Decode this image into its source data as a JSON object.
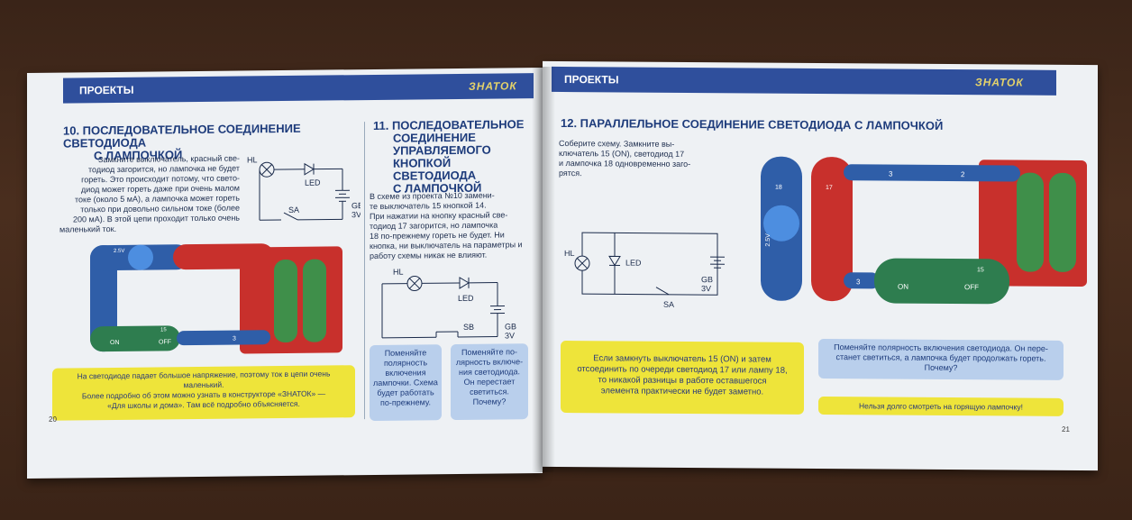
{
  "left_page": {
    "header": "ПРОЕКТЫ",
    "brand": "ЗНАТОК",
    "section10": {
      "title_line1": "10. ПОСЛЕДОВАТЕЛЬНОЕ СОЕДИНЕНИЕ СВЕТОДИОДА",
      "title_line2": "С ЛАМПОЧКОЙ",
      "body_lines": [
        "Замкните выключатель, красный све-",
        "тодиод загорится, но лампочка не будет",
        "гореть. Это происходит потому, что свето-",
        "диод может гореть даже при очень малом",
        "токе (около 5 мА), а лампочка может гореть",
        "только при довольно сильном токе (более",
        "200 мА). В этой цепи проходит только очень",
        "маленький ток."
      ],
      "schematic": {
        "hl": "HL",
        "led": "LED",
        "sa": "SA",
        "gb": "GB",
        "gb_v": "3V"
      },
      "yellow_note_lines": [
        "На светодиоде падает большое напряжение, поэтому ток в цепи очень маленький.",
        "Более подробно об этом можно узнать в конструкторе «ЗНАТОК» —",
        "«Для школы и дома». Там всё подробно объясняется."
      ]
    },
    "section11": {
      "title_lines": [
        "11. ПОСЛЕДОВАТЕЛЬНОЕ",
        "СОЕДИНЕНИЕ",
        "УПРАВЛЯЕМОГО",
        "КНОПКОЙ СВЕТОДИОДА",
        "С ЛАМПОЧКОЙ"
      ],
      "body_lines": [
        "В схеме из проекта №10 замени-",
        "те выключатель 15 кнопкой 14.",
        "При нажатии на кнопку красный све-",
        "тодиод 17 загорится, но лампочка",
        "18 по-прежнему гореть не будет. Ни",
        "кнопка, ни выключатель на параметры и",
        "работу схемы никак не влияют."
      ],
      "schematic": {
        "hl": "HL",
        "led": "LED",
        "sb": "SB",
        "gb": "GB",
        "gb_v": "3V"
      },
      "box1_lines": [
        "Поменяйте",
        "полярность",
        "включения",
        "лампочки. Схема",
        "будет работать",
        "по-прежнему."
      ],
      "box2_lines": [
        "Поменяйте по-",
        "лярность включе-",
        "ния светодиода.",
        "Он перестает",
        "светиться.",
        "Почему?"
      ]
    },
    "page_number": "20",
    "board": {
      "mod_top": "2.5V",
      "on": "ON",
      "off": "OFF",
      "num3": "3",
      "num15": "15"
    }
  },
  "right_page": {
    "header": "ПРОЕКТЫ",
    "brand": "ЗНАТОК",
    "section12": {
      "title": "12. ПАРАЛЛЕЛЬНОЕ СОЕДИНЕНИЕ СВЕТОДИОДА С ЛАМПОЧКОЙ",
      "body_lines": [
        "Соберите схему. Замкните вы-",
        "ключатель 15 (ON), светодиод 17",
        "и лампочка 18 одновременно заго-",
        "рятся."
      ],
      "schematic": {
        "hl": "HL",
        "led": "LED",
        "sa": "SA",
        "gb": "GB",
        "gb_v": "3V"
      },
      "yellow_lines": [
        "Если замкнуть выключатель 15 (ON) и затем",
        "отсоединить по очереди светодиод 17 или лампу 18,",
        "то никакой разницы в работе оставшегося",
        "элемента практически не будет заметно."
      ],
      "blue_lines": [
        "Поменяйте полярность включения светодиода. Он пере-",
        "станет светиться, а лампочка будет продолжать гореть.",
        "Почему?"
      ],
      "warning": "Нельзя долго смотреть на горящую лампочку!"
    },
    "page_number": "21",
    "board": {
      "lamp_label": "2.5V",
      "on": "ON",
      "off": "OFF",
      "num3a": "3",
      "num3b": "3",
      "num2": "2",
      "num18": "18",
      "num17": "17",
      "num15": "15"
    }
  },
  "colors": {
    "banner": "#2f4f9c",
    "title": "#1d3b7b",
    "yellow": "#eee43a",
    "blue_box": "#b9cfec",
    "red_module": "#c8302c",
    "blue_module": "#2f5ea8",
    "green_module": "#2e7d4f"
  }
}
